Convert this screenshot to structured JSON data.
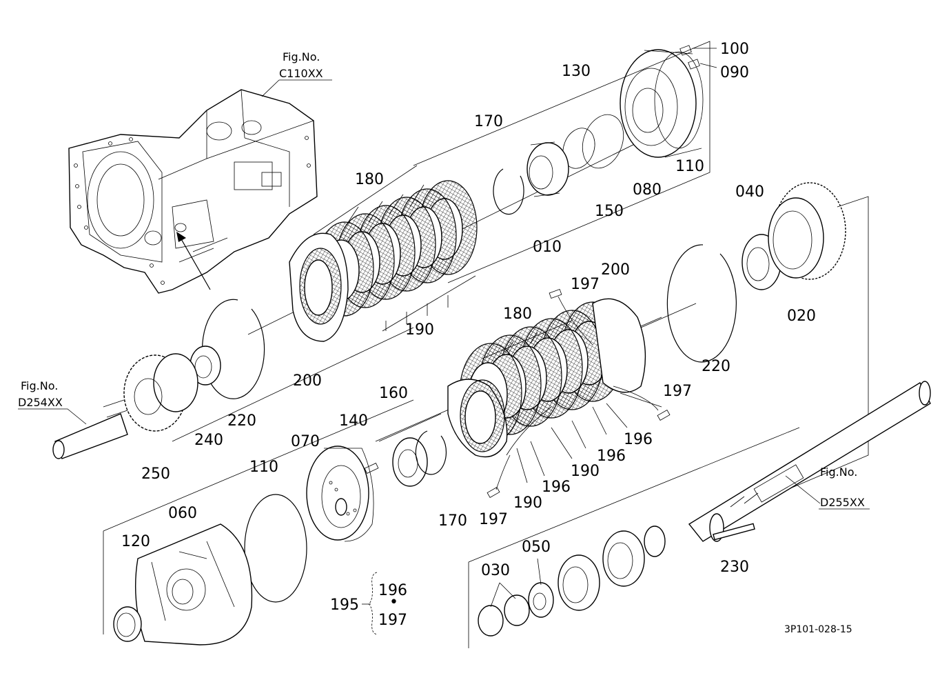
{
  "figure_refs": {
    "c110": {
      "caption": "Fig.No.",
      "code": "C110XX"
    },
    "d254": {
      "caption": "Fig.No.",
      "code": "D254XX"
    },
    "d255": {
      "caption": "Fig.No.",
      "code": "D255XX"
    }
  },
  "parts": {
    "p100": "100",
    "p090": "090",
    "p130": "130",
    "p170a": "170",
    "p180a": "180",
    "p110a": "110",
    "p080": "080",
    "p150": "150",
    "p010": "010",
    "p040": "040",
    "p020": "020",
    "p197a": "197",
    "p200a": "200",
    "p190a": "190",
    "p180b": "180",
    "p220a": "220",
    "p200b": "200",
    "p197b": "197",
    "p220b": "220",
    "p240": "240",
    "p250": "250",
    "p160": "160",
    "p140": "140",
    "p070": "070",
    "p110b": "110",
    "p196a": "196",
    "p196b": "196",
    "p196c": "196",
    "p190b": "190",
    "p190c": "190",
    "p170b": "170",
    "p197c": "197",
    "p060": "060",
    "p120": "120",
    "p050": "050",
    "p030": "030",
    "p230": "230"
  },
  "kit": {
    "number": "195",
    "item1": "196",
    "separator": "•",
    "item2": "197"
  },
  "drawing_code": "3P101-028-15"
}
